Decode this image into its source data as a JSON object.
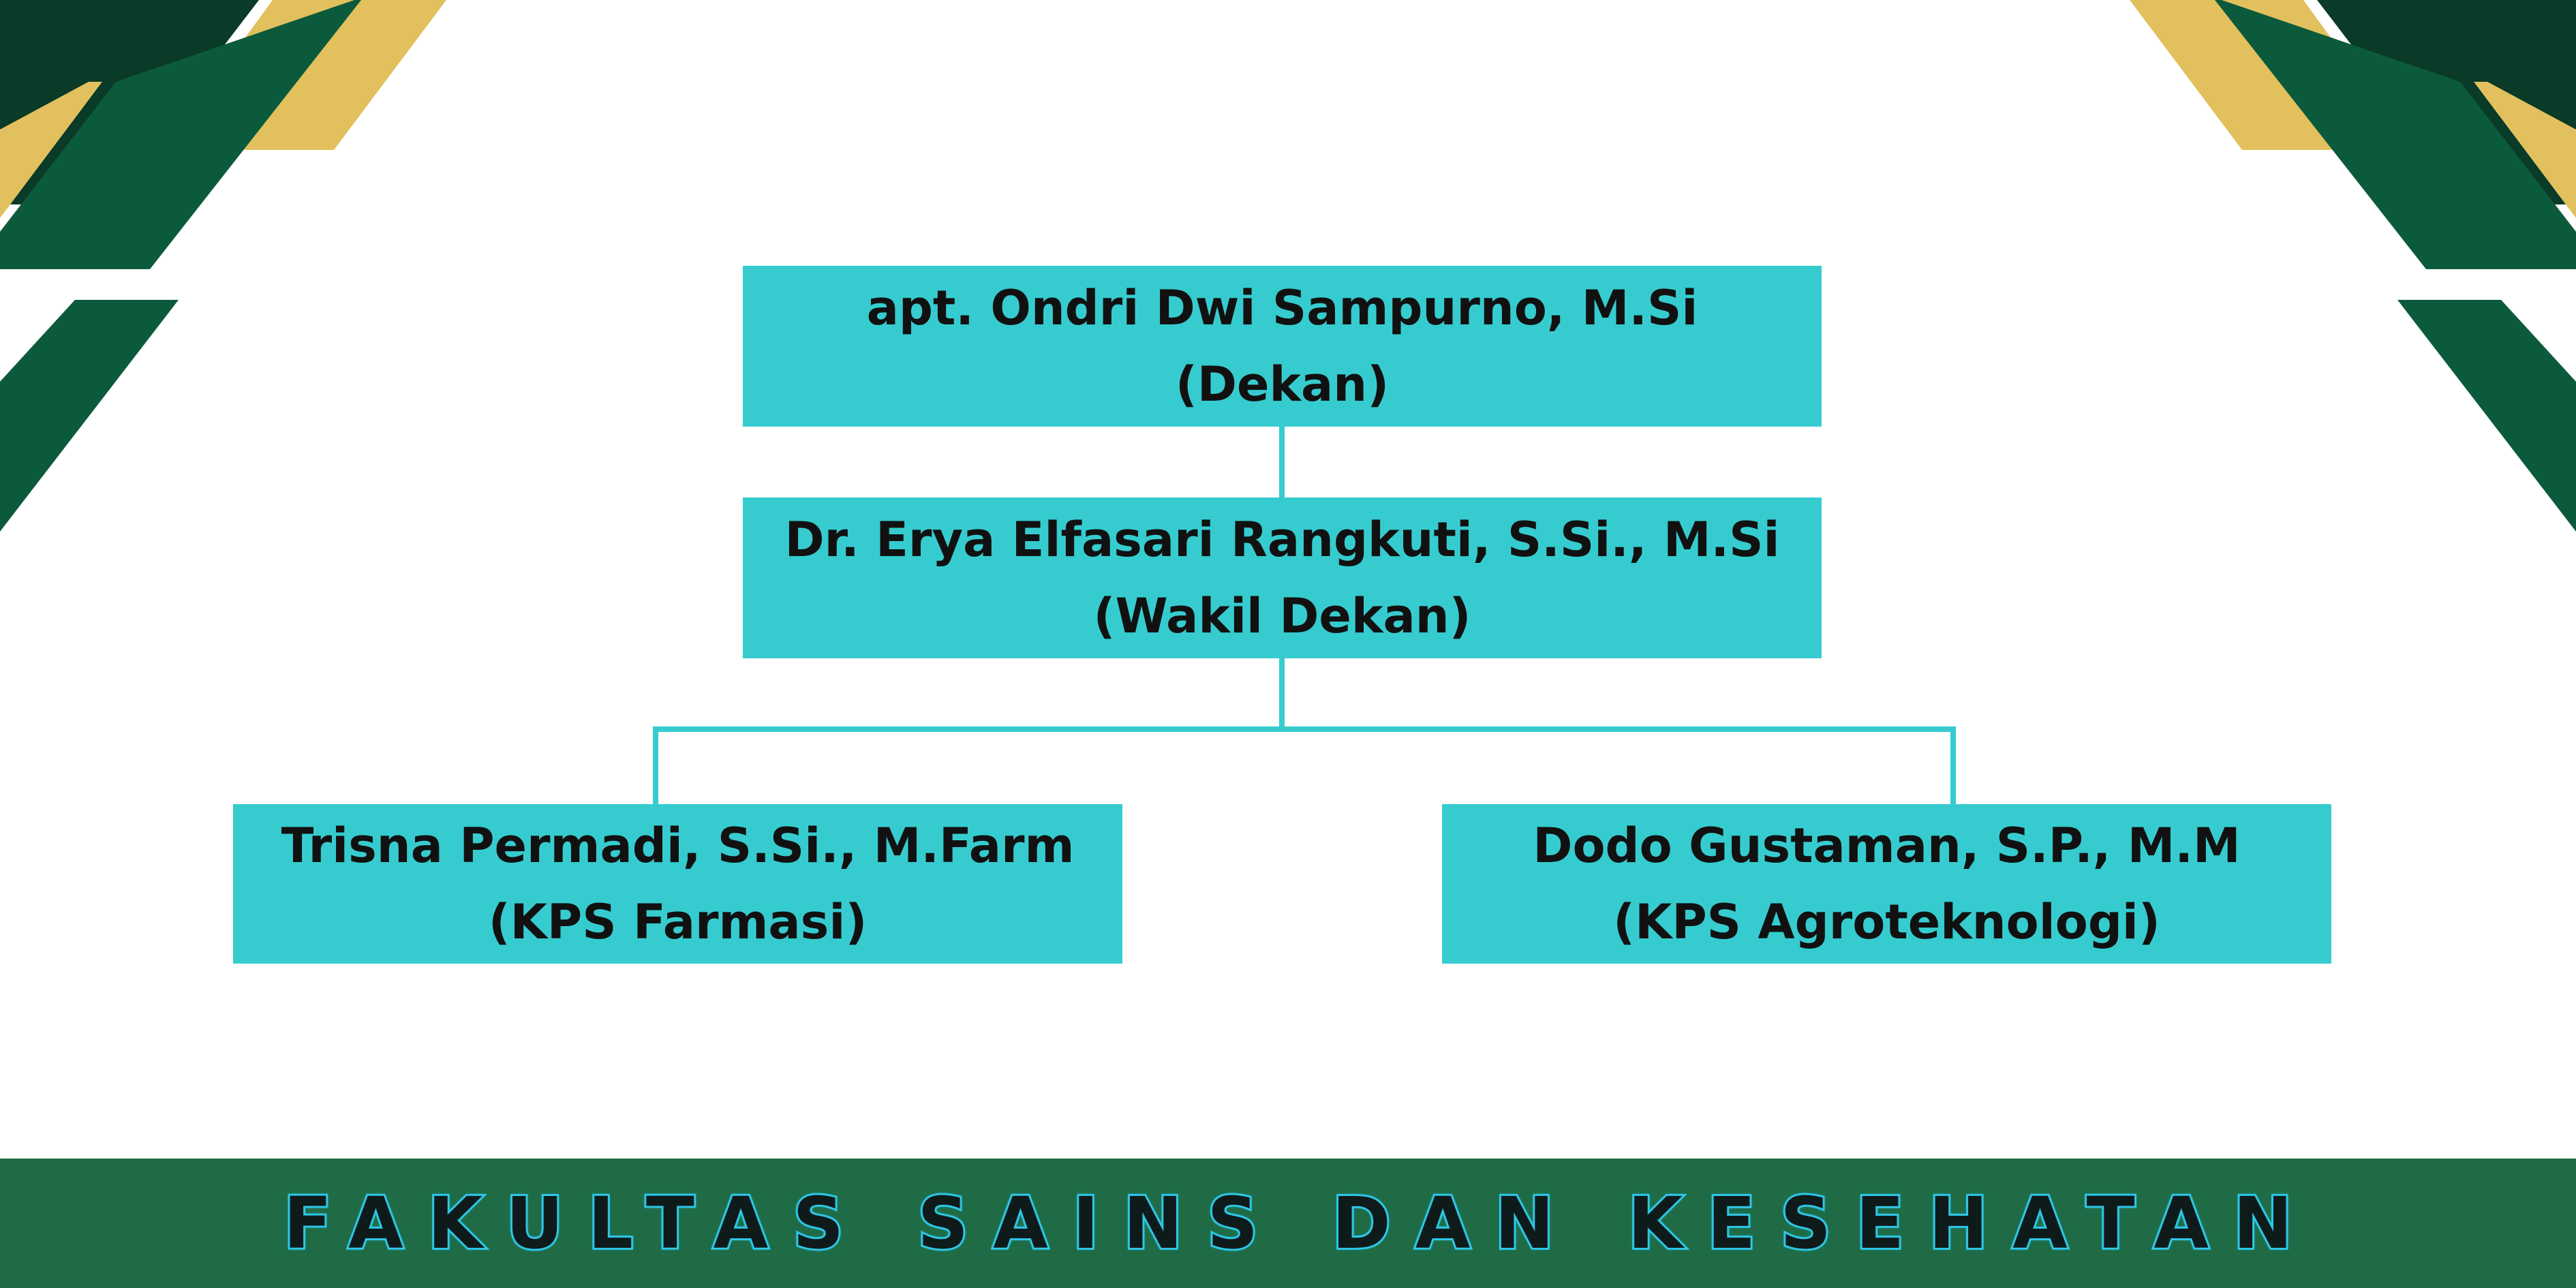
{
  "org_chart": {
    "dean": {
      "name": "apt. Ondri Dwi Sampurno, M.Si",
      "role": "(Dekan)"
    },
    "vice_dean": {
      "name": "Dr. Erya Elfasari Rangkuti, S.Si., M.Si",
      "role": "(Wakil Dekan)"
    },
    "kps_farmasi": {
      "name": "Trisna Permadi, S.Si., M.Farm",
      "role": "(KPS Farmasi)"
    },
    "kps_agroteknologi": {
      "name": "Dodo Gustaman, S.P., M.M",
      "role": "(KPS Agroteknologi)"
    }
  },
  "footer": {
    "title": "FAKULTAS SAINS DAN KESEHATAN"
  },
  "colors": {
    "box_fill": "#36cccf",
    "footer_bg": "#1f6b46",
    "dark_green": "#0a3a28",
    "mid_green": "#0b5a3c",
    "gold": "#e3c05e",
    "title_outline": "#2fc6e6"
  }
}
